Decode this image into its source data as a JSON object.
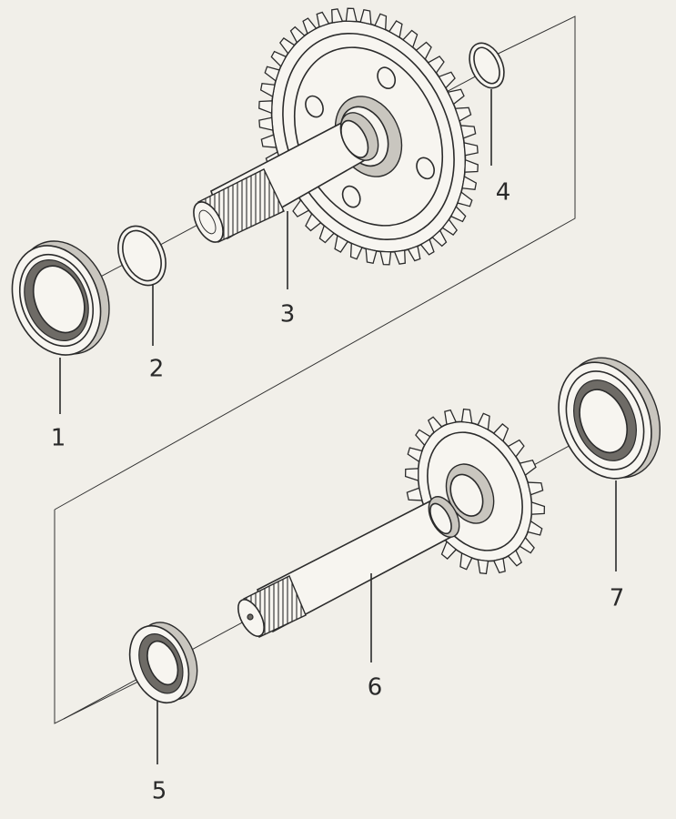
{
  "diagram": {
    "parts": [
      {
        "id": "1",
        "label": "1",
        "name": "bearing"
      },
      {
        "id": "2",
        "label": "2",
        "name": "snap-ring"
      },
      {
        "id": "3",
        "label": "3",
        "name": "gear-shaft"
      },
      {
        "id": "4",
        "label": "4",
        "name": "snap-ring"
      },
      {
        "id": "5",
        "label": "5",
        "name": "oil-seal"
      },
      {
        "id": "6",
        "label": "6",
        "name": "gear-shaft"
      },
      {
        "id": "7",
        "label": "7",
        "name": "bearing"
      }
    ]
  }
}
